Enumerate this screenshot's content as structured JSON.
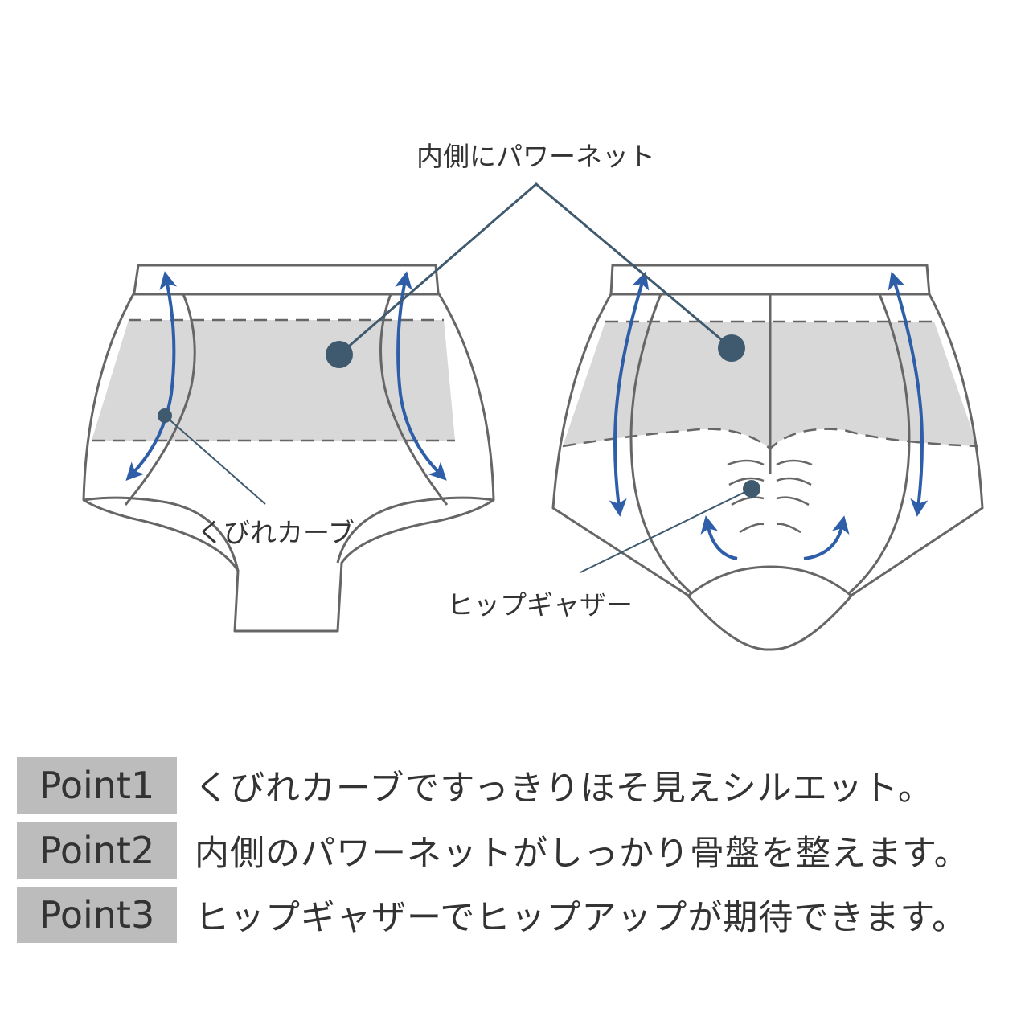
{
  "labels": {
    "power_net": "内側にパワーネット",
    "waist_curve": "くびれカーブ",
    "hip_gather": "ヒップギャザー"
  },
  "points": [
    {
      "badge": "Point1",
      "text": "くびれカーブですっきりほそ見えシルエット。"
    },
    {
      "badge": "Point2",
      "text": "内側のパワーネットがしっかり骨盤を整えます。"
    },
    {
      "badge": "Point3",
      "text": "ヒップギャザーでヒップアップが期待できます。"
    }
  ],
  "colors": {
    "outline": "#666666",
    "band": "#d9d8d9",
    "arrow": "#2e5ea8",
    "leader": "#3f5a6e",
    "badge_bg": "#bdbcbc",
    "text": "#333333"
  }
}
